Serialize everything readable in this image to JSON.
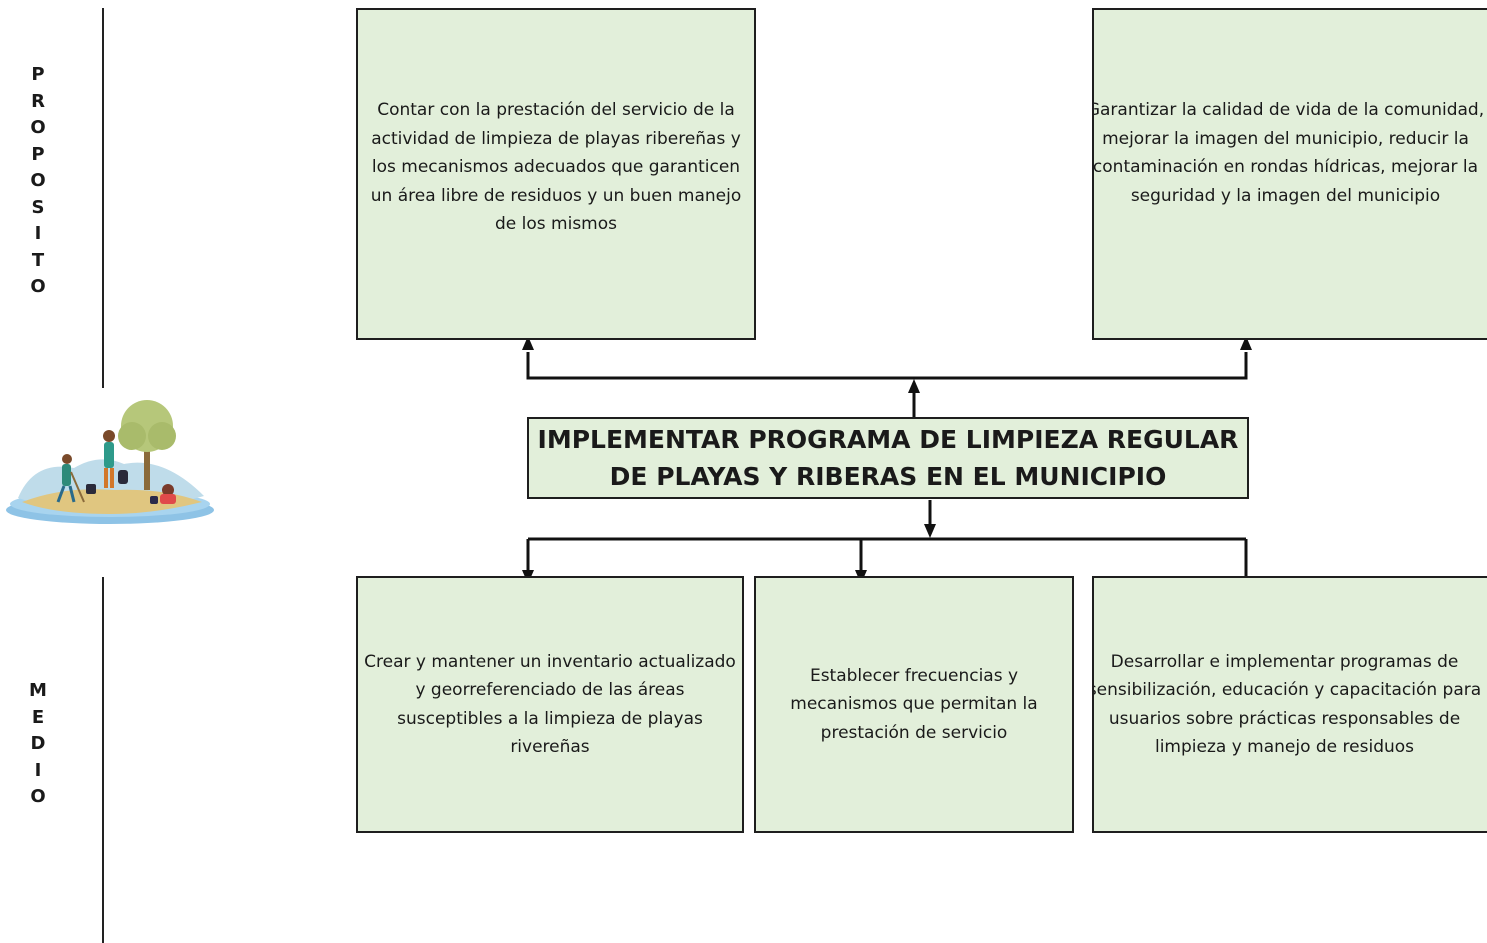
{
  "side_labels": {
    "purpose": [
      "P",
      "R",
      "O",
      "P",
      "O",
      "S",
      "I",
      "T",
      "O"
    ],
    "means": [
      "M",
      "E",
      "D",
      "I",
      "O"
    ]
  },
  "central": {
    "line1": "IMPLEMENTAR PROGRAMA DE LIMPIEZA REGULAR",
    "line2": "DE PLAYAS Y RIBERAS EN EL MUNICIPIO"
  },
  "purposes": [
    "Contar con la prestación del servicio de la actividad de limpieza de playas ribereñas y los mecanismos adecuados que garanticen un área libre de residuos y un buen manejo de los mismos",
    "Garantizar la calidad de vida de la comunidad, mejorar la imagen del municipio, reducir la contaminación en rondas hídricas, mejorar la seguridad y la imagen del municipio"
  ],
  "means": [
    "Crear y mantener un inventario actualizado y georreferenciado de las áreas susceptibles a la limpieza de playas rivereñas",
    "Establecer frecuencias y mecanismos que permitan la prestación de servicio",
    "Desarrollar e implementar programas de sensibilización, educación y capacitación para usuarios sobre prácticas responsables de limpieza y manejo de residuos"
  ],
  "colors": {
    "box_fill": "#e2efda",
    "border": "#1e1e1e"
  },
  "icons": {
    "illustration": "beach-cleanup-illustration"
  }
}
